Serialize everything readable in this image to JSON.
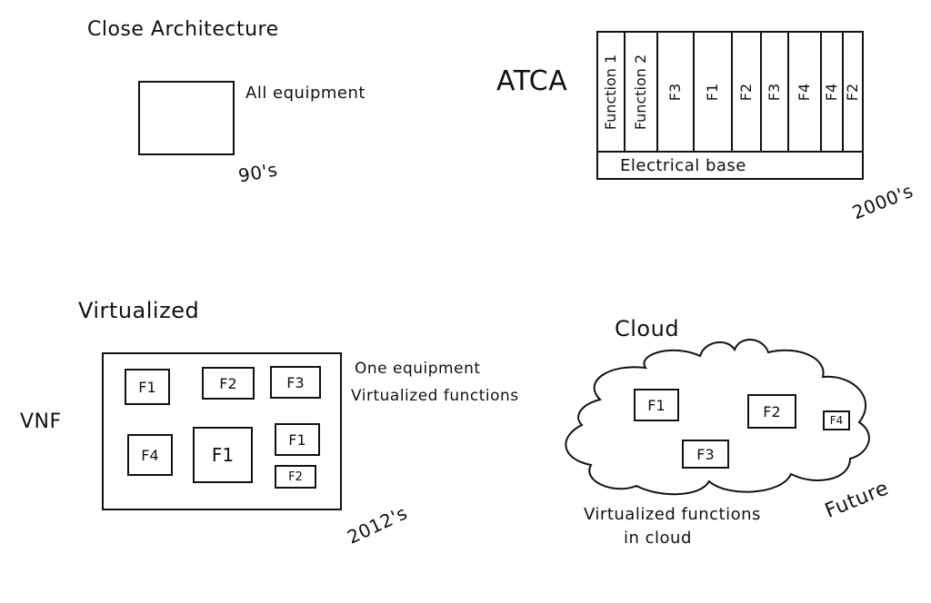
{
  "close_arch": {
    "title": "Close Architecture",
    "box_label": "All equipment",
    "era": "90's"
  },
  "atca": {
    "title": "ATCA",
    "slots": [
      "Function 1",
      "Function 2",
      "F3",
      "F1",
      "F2",
      "F3",
      "F4",
      "F4",
      "F2"
    ],
    "base_label": "Electrical base",
    "era": "2000's"
  },
  "virtualized": {
    "title": "Virtualized",
    "side_label": "VNF",
    "note_line1": "One equipment",
    "note_line2": "Virtualized functions",
    "functions": [
      "F1",
      "F2",
      "F3",
      "F4",
      "F1",
      "F1",
      "F2"
    ],
    "era": "2012's"
  },
  "cloud": {
    "title": "Cloud",
    "functions": [
      "F1",
      "F2",
      "F4",
      "F3"
    ],
    "caption_line1": "Virtualized functions",
    "caption_line2": "in cloud",
    "era": "Future"
  }
}
